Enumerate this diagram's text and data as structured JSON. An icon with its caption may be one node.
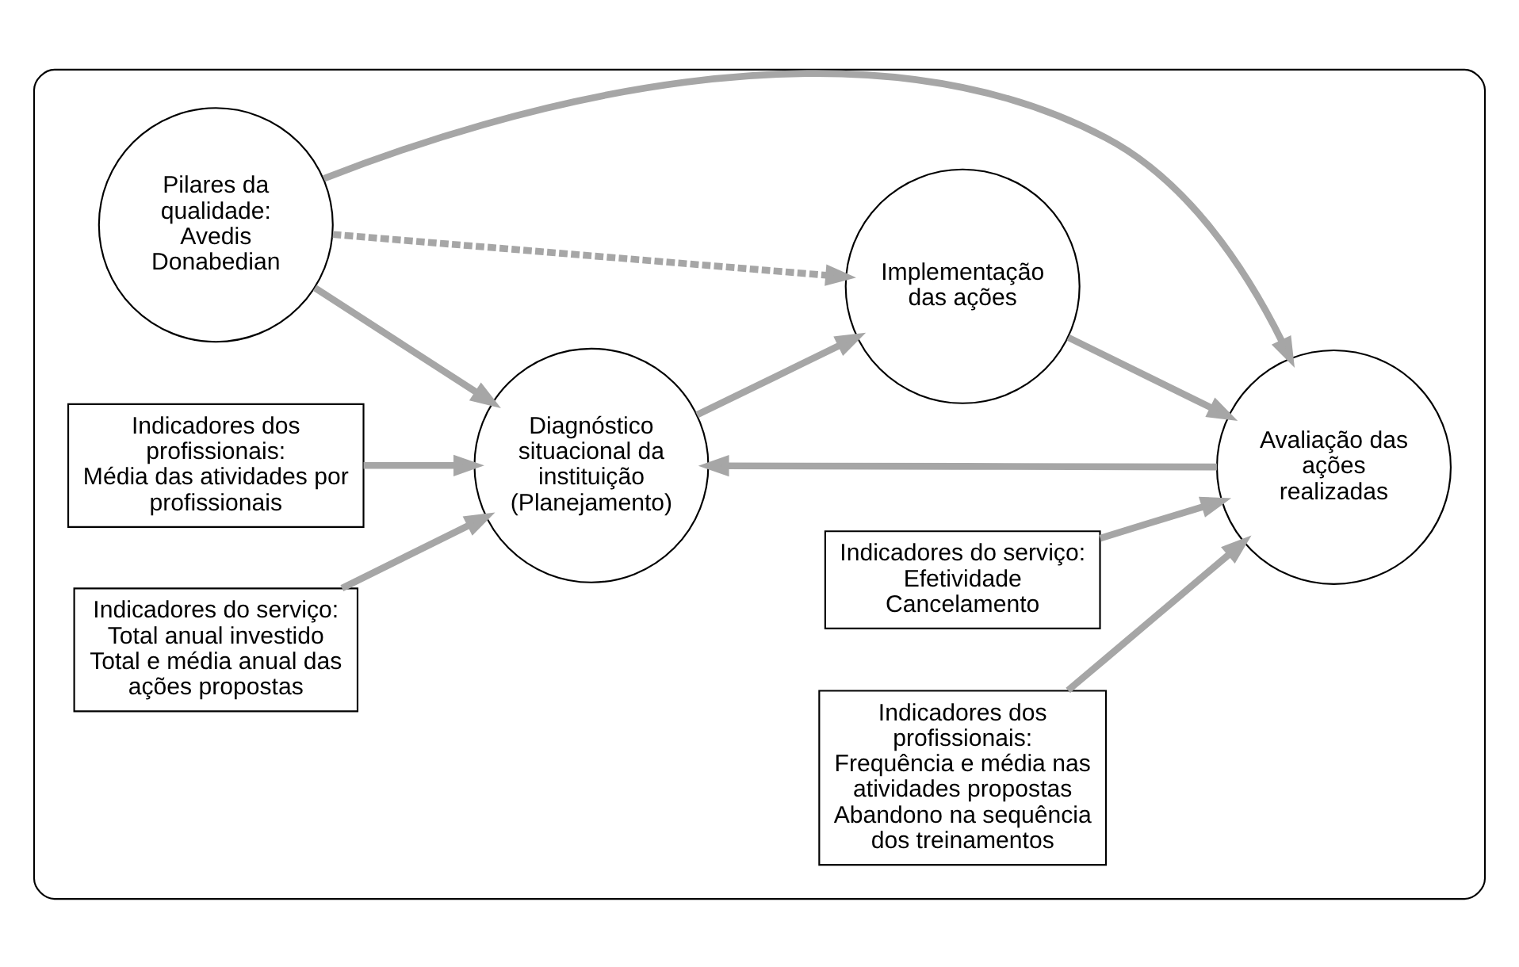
{
  "diagram": {
    "nodes": [
      {
        "text": [],
        "shape": "box"
      },
      {
        "text": [
          "Pilares da qualidade: Avedis Donabedian"
        ],
        "in": 0
      },
      {
        "text": [
          "Diagnóstico situacional da instituição (Planejamento)"
        ],
        "in": 0
      },
      {
        "text": [
          "Indicadores dos profissionais:",
          "Média das atividades por profissionais"
        ],
        "in": 0
      },
      {
        "text": [
          "Indicadores do serviço:",
          "Total anual investido",
          "Total e média anual das ações propostas"
        ],
        "in": 0
      },
      {
        "text": [
          "Indicadores do serviço:",
          "Efetividade",
          "Cancelamento"
        ],
        "in": 0
      },
      {
        "text": [
          "Avaliação das ações realizadas"
        ],
        "in": 0
      },
      {
        "text": [
          "Implementação das ações"
        ],
        "in": 0
      },
      {
        "text": [
          "Indicadores dos profissionais:",
          "Frequência e média nas atividades propostas",
          "Abandono na sequência dos treinamentos"
        ],
        "in": 0
      }
    ],
    "edges": [
      {
        "from": 1,
        "to": 2,
        "arrow": "to"
      },
      {
        "from": 1,
        "to": 7,
        "arrow": "to",
        "style": "dashed"
      },
      {
        "from": 1,
        "to": 6,
        "arrow": "to"
      },
      {
        "from": 3,
        "to": 2,
        "arrow": "to"
      },
      {
        "from": 4,
        "to": 2,
        "arrow": "to"
      },
      {
        "from": 2,
        "to": 7,
        "arrow": "to"
      },
      {
        "from": 7,
        "to": 6,
        "arrow": "to"
      },
      {
        "from": 6,
        "to": 2,
        "arrow": "to"
      },
      {
        "from": 5,
        "to": 6,
        "arrow": "to"
      },
      {
        "from": 8,
        "to": 6,
        "arrow": "to"
      }
    ]
  }
}
